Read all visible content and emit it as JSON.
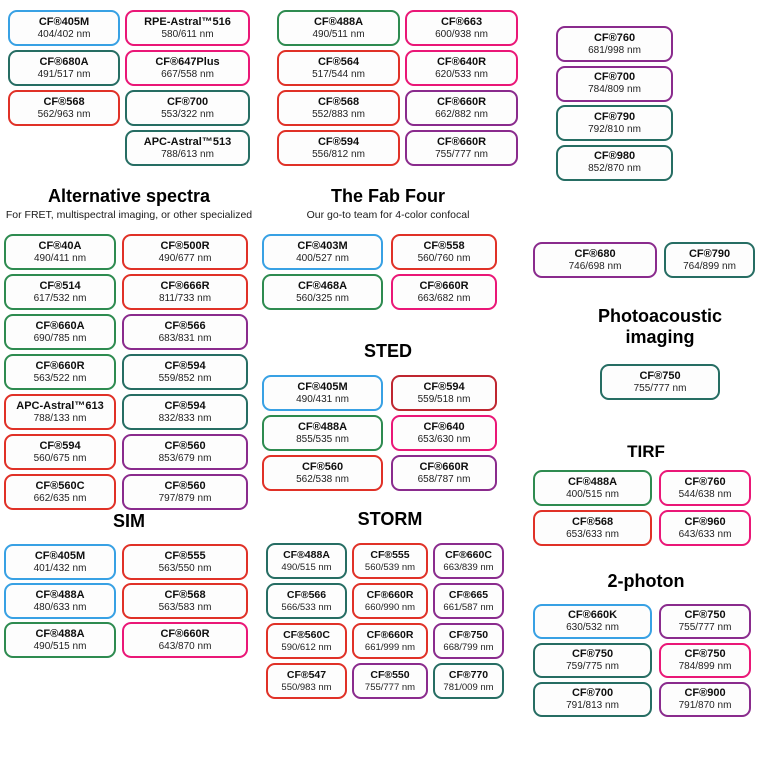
{
  "colors": {
    "blue": "#38A1E4",
    "green": "#2E8B50",
    "teal": "#266D63",
    "red": "#E03127",
    "crimson": "#BF2630",
    "pink": "#EA1777",
    "purple": "#8A2B8D"
  },
  "sections": {
    "top_a": {
      "items": [
        {
          "name": "CF®405M",
          "value": "404/402 nm",
          "color": "blue"
        },
        {
          "name": "CF®680A",
          "value": "491/517 nm",
          "color": "teal"
        },
        {
          "name": "CF®568",
          "value": "562/963 nm",
          "color": "red"
        }
      ]
    },
    "top_b": {
      "items": [
        {
          "name": "RPE-Astral™516",
          "value": "580/611 nm",
          "color": "pink"
        },
        {
          "name": "CF®647Plus",
          "value": "667/558 nm",
          "color": "pink"
        },
        {
          "name": "CF®700",
          "value": "553/322 nm",
          "color": "teal"
        },
        {
          "name": "APC-Astral™513",
          "value": "788/613 nm",
          "color": "teal"
        }
      ]
    },
    "top_c": {
      "items": [
        {
          "name": "CF®488A",
          "value": "490/511 nm",
          "color": "green"
        },
        {
          "name": "CF®564",
          "value": "517/544 nm",
          "color": "red"
        },
        {
          "name": "CF®568",
          "value": "552/883 nm",
          "color": "red"
        },
        {
          "name": "CF®594",
          "value": "556/812 nm",
          "color": "red"
        }
      ]
    },
    "top_d": {
      "items": [
        {
          "name": "CF®663",
          "value": "600/938 nm",
          "color": "pink"
        },
        {
          "name": "CF®640R",
          "value": "620/533 nm",
          "color": "pink"
        },
        {
          "name": "CF®660R",
          "value": "662/882 nm",
          "color": "purple"
        },
        {
          "name": "CF®660R",
          "value": "755/777 nm",
          "color": "purple"
        }
      ]
    },
    "top_e": {
      "items": [
        {
          "name": "CF®760",
          "value": "681/998 nm",
          "color": "purple"
        },
        {
          "name": "CF®700",
          "value": "784/809 nm",
          "color": "purple"
        },
        {
          "name": "CF®790",
          "value": "792/810 nm",
          "color": "teal"
        },
        {
          "name": "CF®980",
          "value": "852/870 nm",
          "color": "teal"
        }
      ]
    },
    "alternative_spectra": {
      "title": "Alternative spectra",
      "subtitle": "For FRET, multispectral imaging, or other specialized",
      "items": [
        {
          "name": "CF®40A",
          "value": "490/411 nm",
          "color": "green"
        },
        {
          "name": "CF®500R",
          "value": "490/677 nm",
          "color": "red"
        },
        {
          "name": "CF®514",
          "value": "617/532 nm",
          "color": "green"
        },
        {
          "name": "CF®666R",
          "value": "811/733 nm",
          "color": "red"
        },
        {
          "name": "CF®660A",
          "value": "690/785 nm",
          "color": "green"
        },
        {
          "name": "CF®566",
          "value": "683/831 nm",
          "color": "purple"
        },
        {
          "name": "CF®660R",
          "value": "563/522 nm",
          "color": "green"
        },
        {
          "name": "CF®594",
          "value": "559/852 nm",
          "color": "teal"
        },
        {
          "name": "APC-Astral™613",
          "value": "788/133 nm",
          "color": "red"
        },
        {
          "name": "CF®594",
          "value": "832/833 nm",
          "color": "teal"
        },
        {
          "name": "CF®594",
          "value": "560/675 nm",
          "color": "red"
        },
        {
          "name": "CF®560",
          "value": "853/679 nm",
          "color": "purple"
        },
        {
          "name": "CF®560C",
          "value": "662/635 nm",
          "color": "red"
        },
        {
          "name": "CF®560",
          "value": "797/879 nm",
          "color": "purple"
        }
      ]
    },
    "fab_four": {
      "title": "The Fab Four",
      "subtitle": "Our go-to team for 4-color confocal",
      "items": [
        {
          "name": "CF®403M",
          "value": "400/527 nm",
          "color": "blue"
        },
        {
          "name": "CF®558",
          "value": "560/760 nm",
          "color": "red"
        },
        {
          "name": "CF®468A",
          "value": "560/325 nm",
          "color": "green"
        },
        {
          "name": "CF®660R",
          "value": "663/682 nm",
          "color": "pink"
        }
      ]
    },
    "sted": {
      "title": "STED",
      "items": [
        {
          "name": "CF®405M",
          "value": "490/431 nm",
          "color": "blue"
        },
        {
          "name": "CF®594",
          "value": "559/518 nm",
          "color": "crimson"
        },
        {
          "name": "CF®488A",
          "value": "855/535 nm",
          "color": "green"
        },
        {
          "name": "CF®640",
          "value": "653/630 nm",
          "color": "pink"
        },
        {
          "name": "CF®560",
          "value": "562/538 nm",
          "color": "red"
        },
        {
          "name": "CF®660R",
          "value": "658/787 nm",
          "color": "purple"
        }
      ]
    },
    "sim": {
      "title": "SIM",
      "items": [
        {
          "name": "CF®405M",
          "value": "401/432 nm",
          "color": "blue"
        },
        {
          "name": "CF®555",
          "value": "563/550 nm",
          "color": "red"
        },
        {
          "name": "CF®488A",
          "value": "480/633 nm",
          "color": "blue"
        },
        {
          "name": "CF®568",
          "value": "563/583 nm",
          "color": "red"
        },
        {
          "name": "CF®488A",
          "value": "490/515 nm",
          "color": "green"
        },
        {
          "name": "CF®660R",
          "value": "643/870 nm",
          "color": "pink"
        }
      ]
    },
    "storm": {
      "title": "STORM",
      "items": [
        {
          "name": "CF®488A",
          "value": "490/515 nm",
          "color": "teal"
        },
        {
          "name": "CF®555",
          "value": "560/539 nm",
          "color": "red"
        },
        {
          "name": "CF®660C",
          "value": "663/839 nm",
          "color": "purple"
        },
        {
          "name": "CF®566",
          "value": "566/533 nm",
          "color": "teal"
        },
        {
          "name": "CF®660R",
          "value": "660/990 nm",
          "color": "red"
        },
        {
          "name": "CF®665",
          "value": "661/587 nm",
          "color": "purple"
        },
        {
          "name": "CF®560C",
          "value": "590/612 nm",
          "color": "red"
        },
        {
          "name": "CF®660R",
          "value": "661/999 nm",
          "color": "red"
        },
        {
          "name": "CF®750",
          "value": "668/799 nm",
          "color": "purple"
        },
        {
          "name": "CF®547",
          "value": "550/983 nm",
          "color": "red"
        },
        {
          "name": "CF®550",
          "value": "755/777 nm",
          "color": "purple"
        },
        {
          "name": "CF®770",
          "value": "781/009 nm",
          "color": "teal"
        }
      ]
    },
    "nir_pair": {
      "items": [
        {
          "name": "CF®680",
          "value": "746/698 nm",
          "color": "purple"
        },
        {
          "name": "CF®790",
          "value": "764/899 nm",
          "color": "teal"
        }
      ]
    },
    "photoacoustic": {
      "title": "Photoacoustic imaging",
      "items": [
        {
          "name": "CF®750",
          "value": "755/777 nm",
          "color": "teal"
        }
      ]
    },
    "tirf": {
      "title": "TIRF",
      "items": [
        {
          "name": "CF®488A",
          "value": "400/515 nm",
          "color": "green"
        },
        {
          "name": "CF®760",
          "value": "544/638 nm",
          "color": "pink"
        },
        {
          "name": "CF®568",
          "value": "653/633 nm",
          "color": "red"
        },
        {
          "name": "CF®960",
          "value": "643/633 nm",
          "color": "pink"
        }
      ]
    },
    "two_photon": {
      "title": "2-photon",
      "items": [
        {
          "name": "CF®660K",
          "value": "630/532 nm",
          "color": "blue"
        },
        {
          "name": "CF®750",
          "value": "755/777 nm",
          "color": "purple"
        },
        {
          "name": "CF®750",
          "value": "759/775 nm",
          "color": "teal"
        },
        {
          "name": "CF®750",
          "value": "784/899 nm",
          "color": "pink"
        },
        {
          "name": "CF®700",
          "value": "791/813 nm",
          "color": "teal"
        },
        {
          "name": "CF®900",
          "value": "791/870 nm",
          "color": "purple"
        }
      ]
    }
  }
}
